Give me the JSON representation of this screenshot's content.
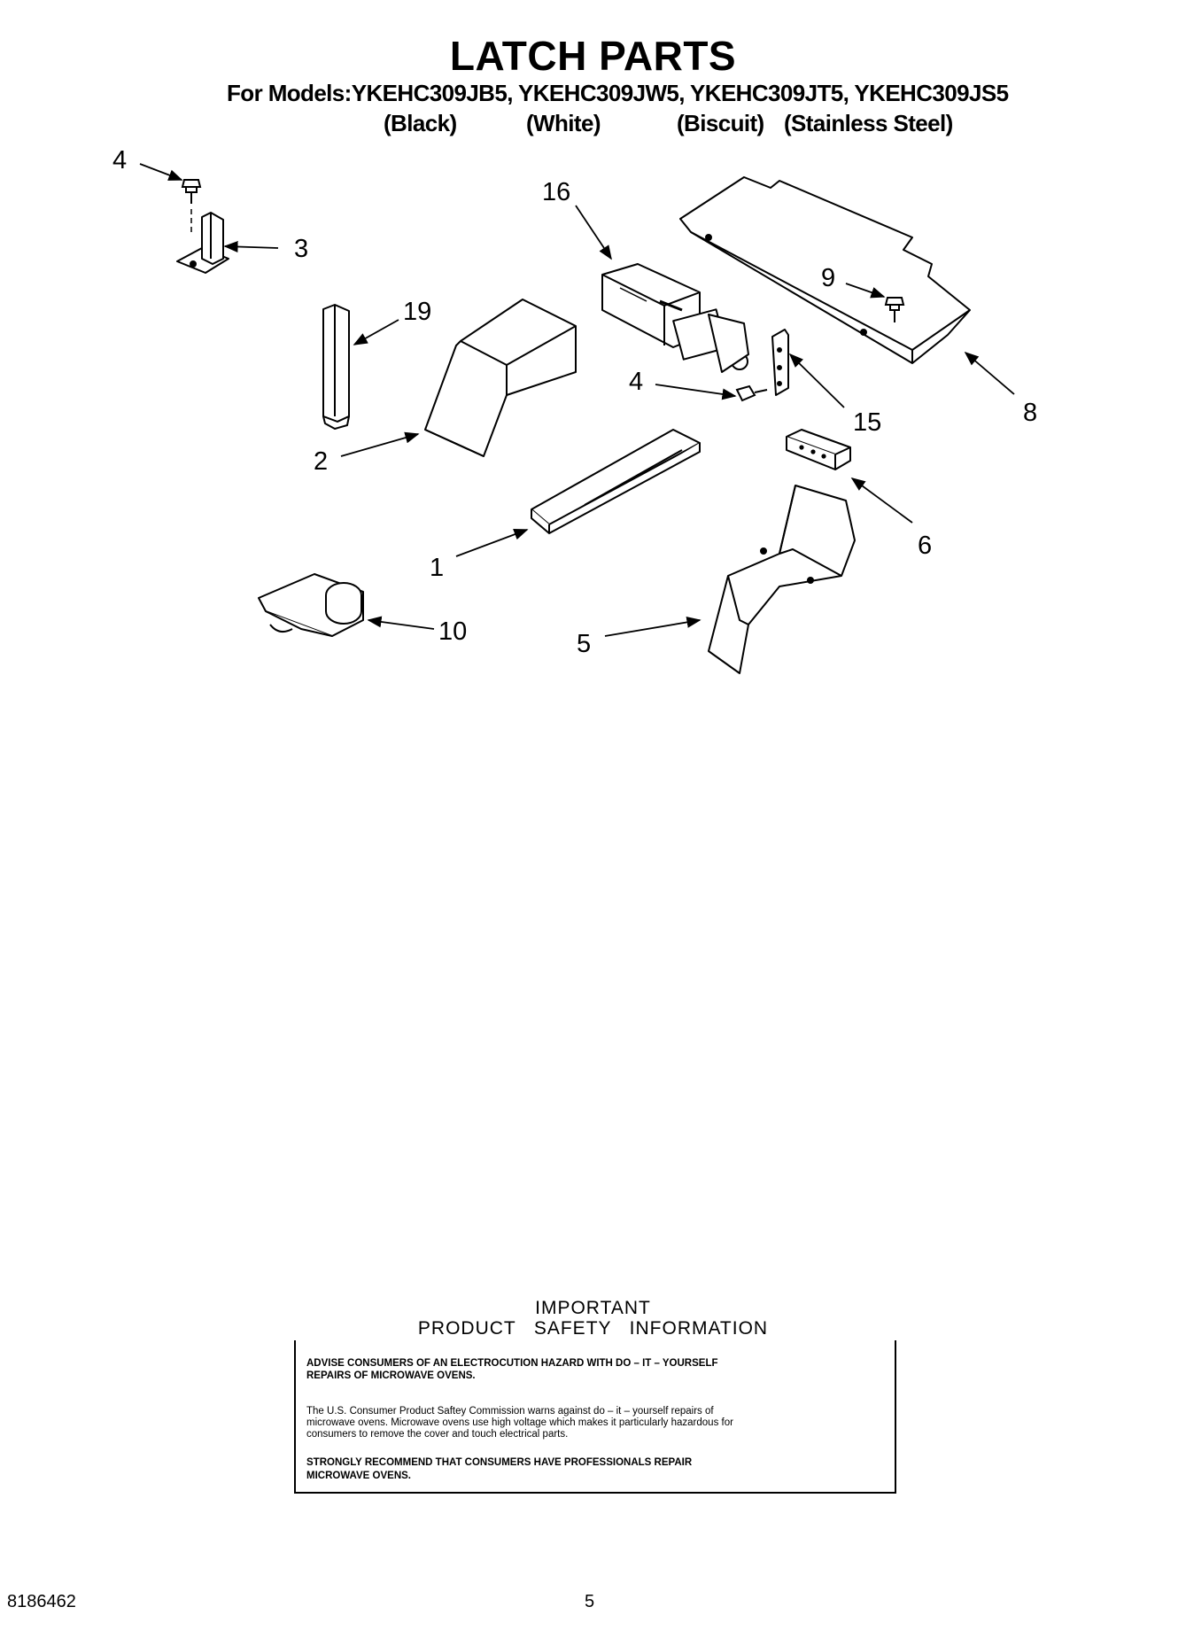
{
  "header": {
    "title": "LATCH PARTS",
    "models_line": "For Models:YKEHC309JB5, YKEHC309JW5, YKEHC309JT5, YKEHC309JS5",
    "variants": [
      "(Black)",
      "(White)",
      "(Biscuit)",
      "(Stainless Steel)"
    ]
  },
  "callouts": [
    "4",
    "3",
    "16",
    "19",
    "9",
    "2",
    "4",
    "15",
    "8",
    "6",
    "1",
    "10",
    "5"
  ],
  "safety": {
    "heading_line1": "IMPORTANT",
    "heading_line2": "PRODUCT   SAFETY   INFORMATION",
    "advise_1": "ADVISE CONSUMERS OF AN ELECTROCUTION HAZARD WITH DO – IT – YOURSELF",
    "advise_2": "REPAIRS OF MICROWAVE OVENS.",
    "body_1": "The U.S. Consumer Product Saftey Commission warns against do – it – yourself repairs of",
    "body_2": "microwave ovens. Microwave ovens use high voltage which makes it particularly hazardous for",
    "body_3": "consumers to remove the cover and touch electrical parts.",
    "recommend_1": "STRONGLY RECOMMEND THAT CONSUMERS HAVE PROFESSIONALS REPAIR",
    "recommend_2": "MICROWAVE OVENS."
  },
  "footer": {
    "doc_number": "8186462",
    "page_number": "5"
  }
}
